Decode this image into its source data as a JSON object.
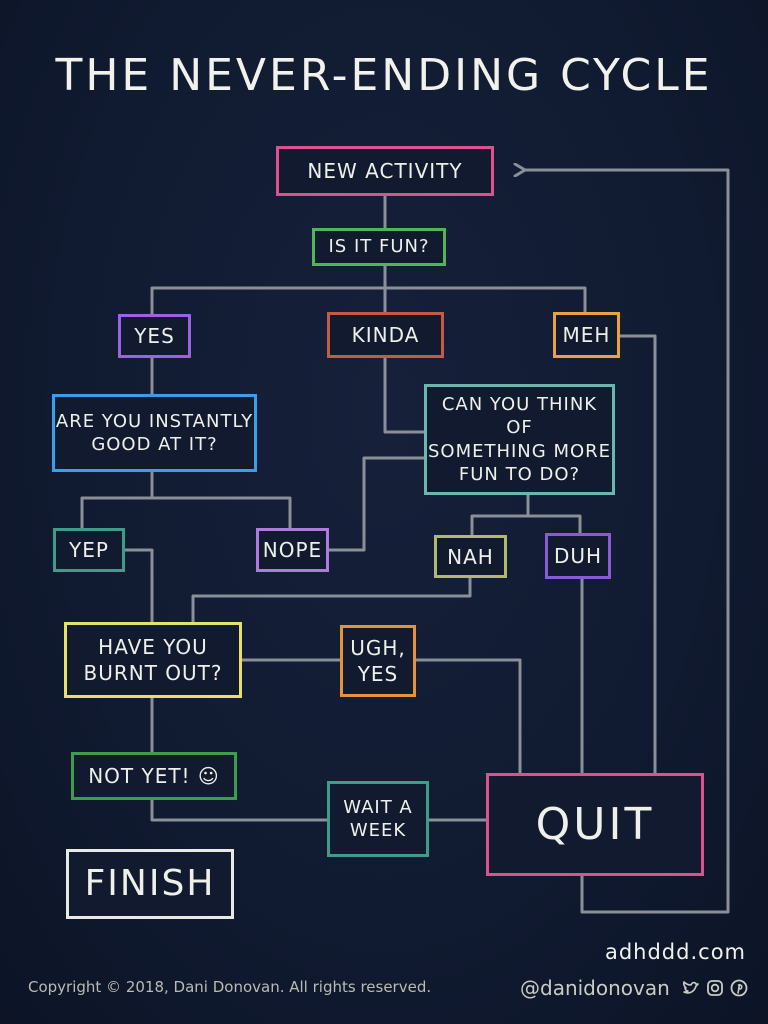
{
  "title": "THE NEVER-ENDING CYCLE",
  "nodes": {
    "new_activity": "NEW ACTIVITY",
    "is_it_fun": "IS IT FUN?",
    "yes": "YES",
    "kinda": "KINDA",
    "meh": "MEH",
    "are_you_good": "ARE YOU INSTANTLY\nGOOD AT IT?",
    "think_more_fun": "CAN YOU THINK OF\nSOMETHING MORE\nFUN TO DO?",
    "yep": "YEP",
    "nope": "NOPE",
    "nah": "NAH",
    "duh": "DUH",
    "burnt_out": "HAVE YOU\nBURNT OUT?",
    "ugh_yes": "UGH,\nYES",
    "not_yet": "NOT YET! ☺",
    "wait_a_week": "WAIT A\nWEEK",
    "quit": "QUIT",
    "finish": "FINISH"
  },
  "colors": {
    "pink": "#e0508f",
    "green": "#52b45a",
    "purple": "#9b62e6",
    "red": "#c85a45",
    "orange": "#e7a243",
    "blue": "#3a9ee8",
    "teal": "#6ab8ad",
    "yellow": "#e6e06a",
    "olive": "#b2b96a",
    "white": "#e8e8e4",
    "line": "#8a8f98"
  },
  "footer": {
    "copyright": "Copyright © 2018, Dani Donovan. All rights reserved.",
    "site": "adhddd.com",
    "handle": "@danidonovan",
    "social_icons": [
      "twitter-icon",
      "instagram-icon",
      "pinterest-icon"
    ]
  }
}
